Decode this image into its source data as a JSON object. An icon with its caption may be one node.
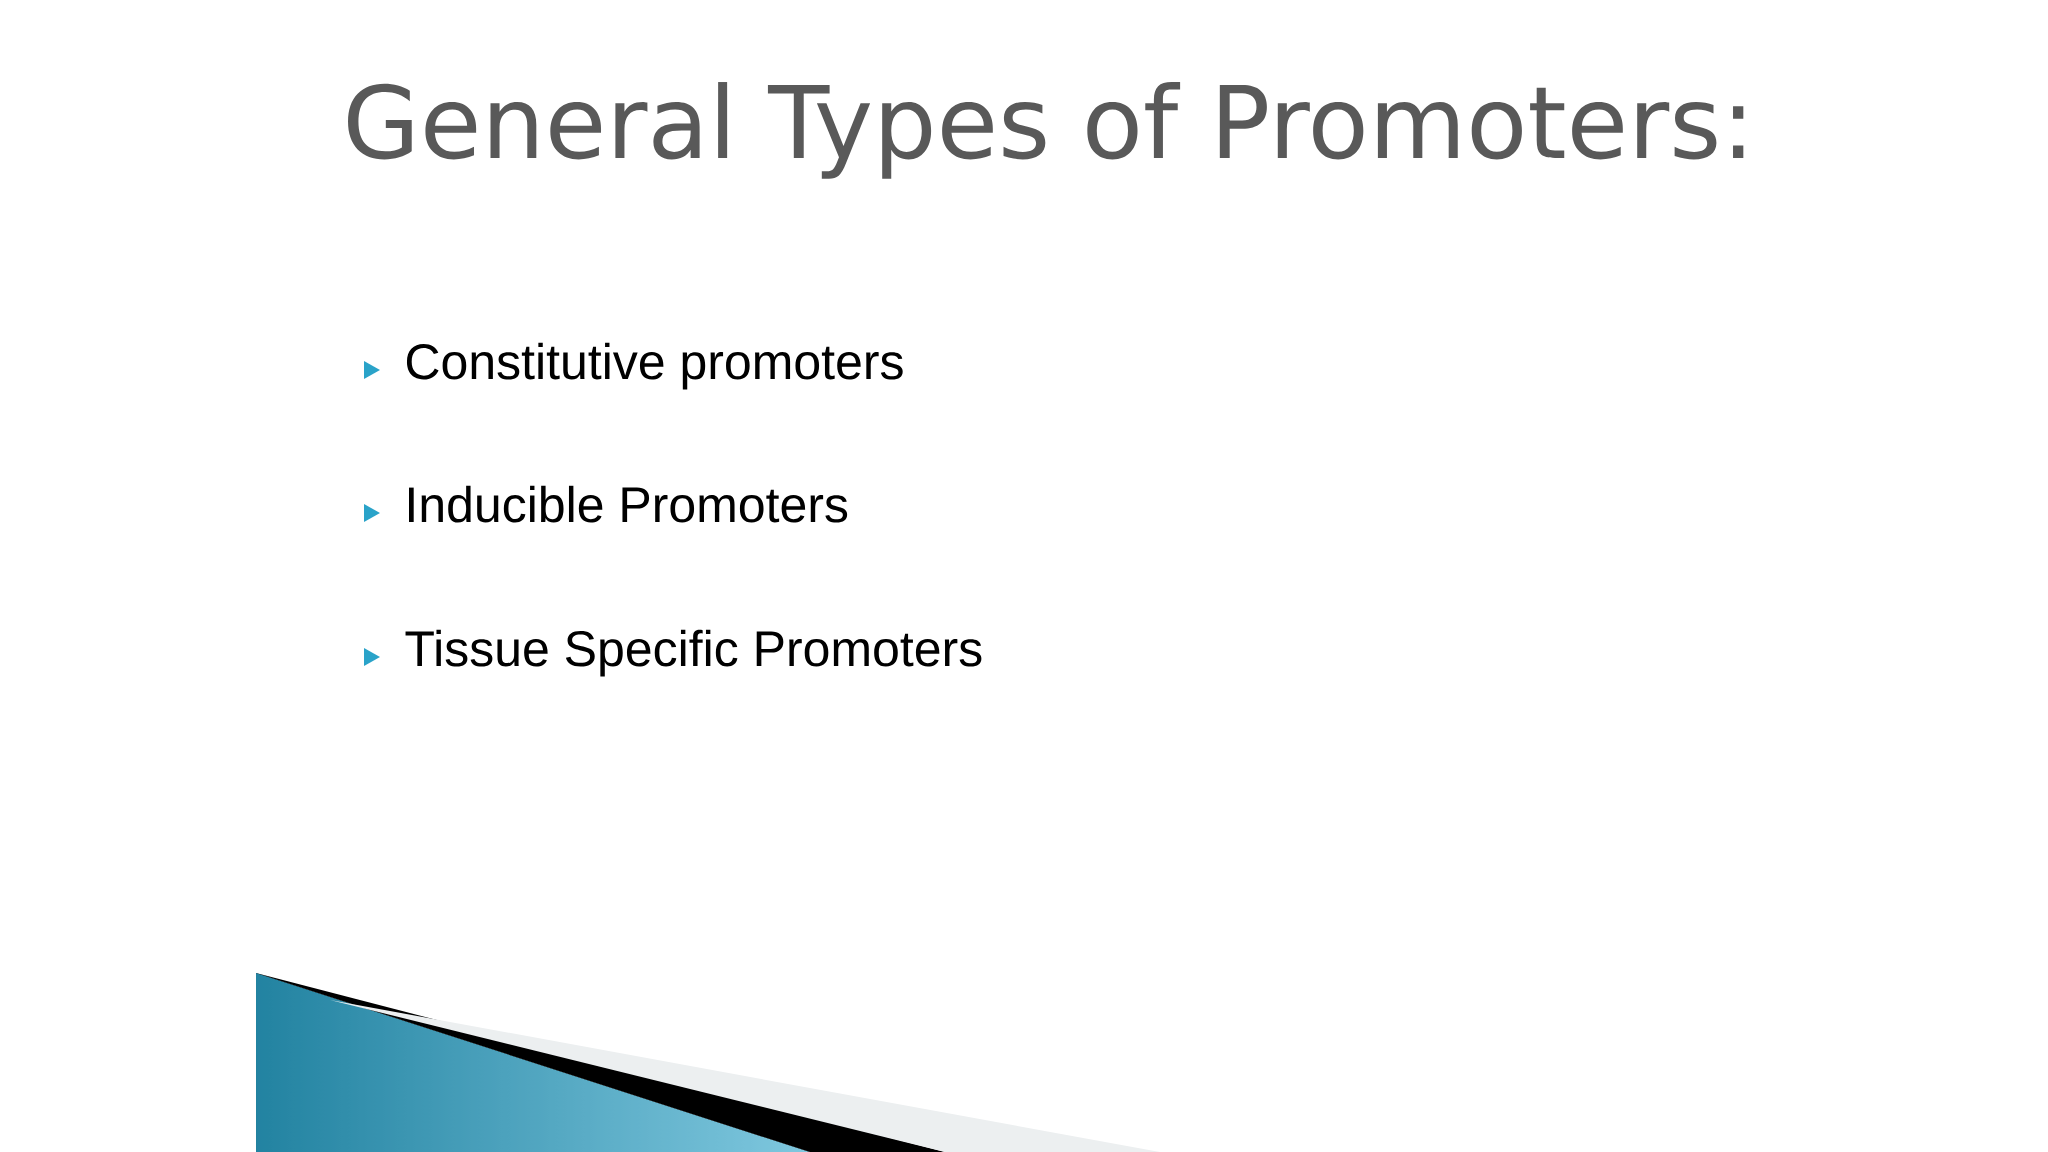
{
  "diagram": {
    "title": "General Types of Promoters:",
    "labels": [
      "Constitutive promoters",
      "Inducible Promoters",
      "Tissue Specific Promoters"
    ]
  }
}
